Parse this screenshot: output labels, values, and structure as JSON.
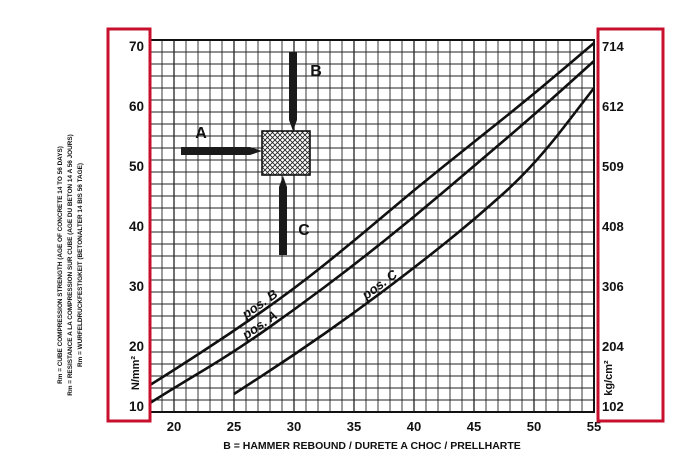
{
  "chart_data": {
    "type": "line",
    "xlabel": "B = HAMMER REBOUND / DURETE A CHOC / PRELLHARTE",
    "x_ticks": [
      20,
      25,
      30,
      35,
      40,
      45,
      50,
      55
    ],
    "xlim": [
      18,
      55
    ],
    "ylim_left": [
      9,
      71
    ],
    "y_ticks_left": [
      10,
      20,
      30,
      40,
      50,
      60,
      70
    ],
    "ylabel_left_unit": "N/mm²",
    "y_ticks_right": [
      "102",
      "204",
      "306",
      "408",
      "509",
      "612",
      "714"
    ],
    "ylabel_right_unit": "kg/cm²",
    "grid": true,
    "side_labels": [
      "Rm = CUBE COMPRESSION STRENGTH (AGE OF CONCRETE 14 TO 56 DAYS)",
      "Rm = RESISTANCE A LA COMPRESSION SUR CUBE (AGE DU BETON 14 A 56 JOURS)",
      "Rm = WURFELDRUCKFESTIGKEIT (BETONALTER 14 BIS 56 TAGE)"
    ],
    "series": [
      {
        "name": "pos. B",
        "x": [
          18,
          20,
          25,
          30,
          35,
          40,
          45,
          50,
          55
        ],
        "y": [
          13.5,
          16,
          22.5,
          29.5,
          37.5,
          46,
          54,
          62,
          70.5
        ]
      },
      {
        "name": "pos. A",
        "x": [
          18,
          20,
          25,
          30,
          35,
          40,
          45,
          50,
          55
        ],
        "y": [
          10.5,
          13,
          19,
          26,
          33.5,
          41.5,
          50,
          58.5,
          67.5
        ]
      },
      {
        "name": "pos. C",
        "x": [
          25,
          30,
          35,
          40,
          45,
          50,
          55
        ],
        "y": [
          12,
          18.5,
          25.5,
          33,
          41,
          50,
          63
        ]
      }
    ],
    "inset": {
      "labels": [
        "A",
        "B",
        "C"
      ]
    }
  }
}
